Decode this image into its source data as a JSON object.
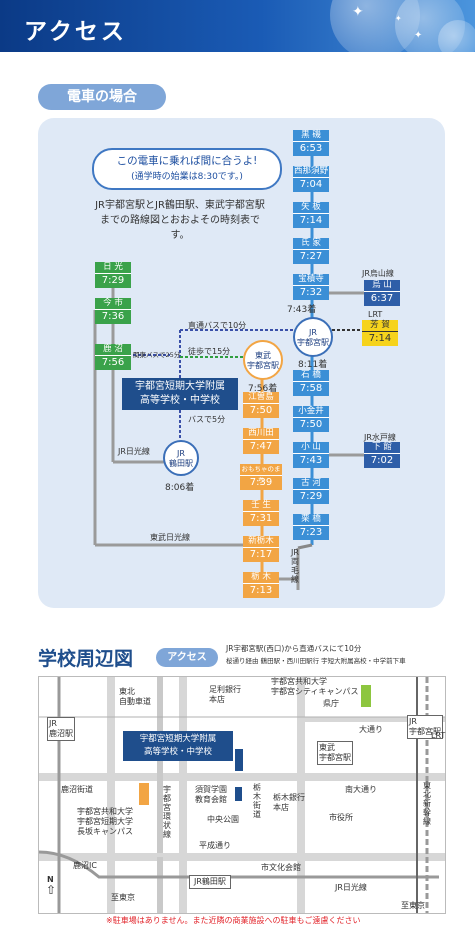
{
  "header": {
    "title": "アクセス"
  },
  "train_section": {
    "pill": "電車の場合",
    "speech_line1": "この電車に乗れば間に合うよ!",
    "speech_line2": "(通学時の始業は8:30です。)",
    "description": "JR宇都宮駅とJR鶴田駅、東武宇都宮駅までの路線図とおおよその時刻表です。"
  },
  "stations": {
    "kuroiso": {
      "name": "黒 磯",
      "time": "6:53"
    },
    "nishinasuno": {
      "name": "西那須野",
      "time": "7:04"
    },
    "yaita": {
      "name": "矢 板",
      "time": "7:14"
    },
    "ujiie": {
      "name": "氏 家",
      "time": "7:27"
    },
    "hoshakuji": {
      "name": "宝積寺",
      "time": "7:32"
    },
    "karasuyama": {
      "name": "烏 山",
      "time": "6:37"
    },
    "haga": {
      "name": "芳 賀",
      "time": "7:14"
    },
    "nikko": {
      "name": "日 光",
      "time": "7:29"
    },
    "imaichi": {
      "name": "今 市",
      "time": "7:36"
    },
    "kanuma": {
      "name": "鹿 沼",
      "time": "7:56"
    },
    "ishibashi": {
      "name": "石 橋",
      "time": "7:58"
    },
    "koganei": {
      "name": "小金井",
      "time": "7:50"
    },
    "oyama": {
      "name": "小 山",
      "time": "7:43"
    },
    "shimodate": {
      "name": "下 館",
      "time": "7:02"
    },
    "koga": {
      "name": "古 河",
      "time": "7:29"
    },
    "kurihashi": {
      "name": "栗 橋",
      "time": "7:23"
    },
    "esojima": {
      "name": "江曽島",
      "time": "7:50"
    },
    "nishikawada": {
      "name": "西川田",
      "time": "7:47"
    },
    "omochanomachi": {
      "name": "おもちゃのまち",
      "time": "7:39"
    },
    "mibu": {
      "name": "壬 生",
      "time": "7:31"
    },
    "shintochigi": {
      "name": "新栃木",
      "time": "7:17"
    },
    "tochigi": {
      "name": "栃 木",
      "time": "7:13"
    }
  },
  "labels": {
    "jr_utsunomiya": "JR\n宇都宮駅",
    "jr_utsunomiya_arr": "7:43着",
    "jr_utsunomiya_arr2": "8:11着",
    "tobu_utsunomiya": "東武\n宇都宮駅",
    "tobu_arr": "7:56着",
    "jr_tsuruta": "JR\n鶴田駅",
    "tsuruta_arr": "8:06着",
    "school": "宇都宮短期大学附属\n高等学校・中学校",
    "direct_bus": "直通バスで10分",
    "walk": "徒歩で15分",
    "bus5": "バスで5分",
    "kanuma_bus": "関東バスで25分",
    "jr_nikko_line": "JR日光線",
    "tobu_nikko_line": "東武日光線",
    "jr_ryomo_line": "JR両毛線",
    "jr_karasuyama_line": "JR烏山線",
    "lrt": "LRT",
    "jr_mito_line": "JR水戸線"
  },
  "map_section": {
    "title": "学校周辺図",
    "pill": "アクセス",
    "note1": "JR宇都宮駅(西口)から直通バスにて10分",
    "note2": "桜通り経由 鶴田駅・西川田駅行 宇短大附属高校・中学前下車",
    "caution": "※駐車場はありません。また近隣の商業施設への駐車もご遠慮ください"
  },
  "map_labels": {
    "tohoku_exp": "東北\n自動車道",
    "ashikaga": "足利銀行\n本店",
    "kyowa_city": "宇都宮共和大学\n宇都宮シティキャンパス",
    "kencho": "県庁",
    "odori": "大通り",
    "jr_utsunomiya_st": "JR\n宇都宮駅",
    "lrt": "LRT",
    "jr_kanuma_st": "JR\n鹿沼駅",
    "school": "宇都宮短期大学附属\n高等学校・中学校",
    "tobu_st": "東武\n宇都宮駅",
    "kanuma_kaido": "鹿沼街道",
    "kyowa_nagasaka": "宇都宮共和大学\n宇都宮短期大学\n長坂キャンパス",
    "utsunomiya_loop": "宇都宮環状線",
    "suga": "須賀学園\n教育会館",
    "chuo_park": "中央公園",
    "tochigi_bank": "栃木銀行\n本店",
    "tochigi_kaido": "栃木街道",
    "minami_odori": "南大通り",
    "city_hall": "市役所",
    "tohoku_shinkansen": "東北新幹線",
    "heisei": "平成通り",
    "kanuma_ic": "鹿沼IC",
    "jr_tsuruta_st": "JR鶴田駅",
    "culture_hall": "市文化会館",
    "jr_nikko": "JR日光線",
    "to_tokyo1": "至東京",
    "to_tokyo2": "至東京",
    "north": "N"
  }
}
